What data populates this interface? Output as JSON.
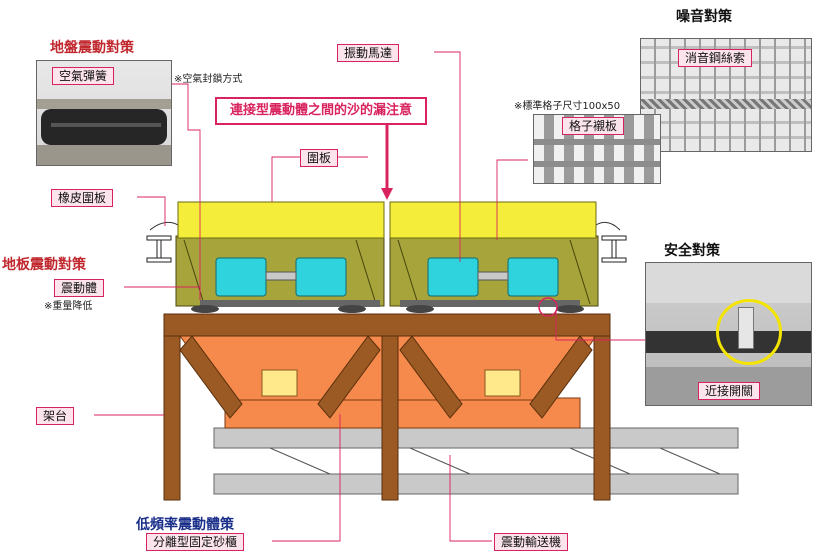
{
  "headings": {
    "ground_vibration": "地盤震動對策",
    "noise": "噪音對策",
    "floor_vibration": "地板震動對策",
    "safety": "安全對策",
    "low_freq": "低頻率震動體策"
  },
  "notes": {
    "air_seal": "※空氣封鎖方式",
    "weight_reduction": "※重量降低",
    "grid_size": "※標準格子尺寸100x50"
  },
  "warning": "連接型震動體之間的沙的漏注意",
  "labels": {
    "air_spring": "空氣彈簧",
    "vibration_motor": "振動馬達",
    "silencer_wire": "消音鋼絲索",
    "grid_liner": "格子襯板",
    "enclosure": "圍板",
    "rubber_enclosure": "橡皮圍板",
    "vibrating_body": "震動體",
    "proximity_switch": "近接開關",
    "frame": "架台",
    "separate_hopper": "分離型固定砂櫃",
    "vibration_conveyor": "震動輸送機"
  },
  "colors": {
    "label_border": "#d9235e",
    "label_fill": "#fbe4ec",
    "red_heading": "#c0282e",
    "blue_heading": "#1a2f8a",
    "cover_yellow": "#f4ee3a",
    "body_olive": "#a7a43c",
    "motor_cyan": "#2fd3dd",
    "hopper_orange": "#f58a4c",
    "frame_brown": "#9b5a24",
    "conveyor_gray": "#c9c9c9"
  }
}
